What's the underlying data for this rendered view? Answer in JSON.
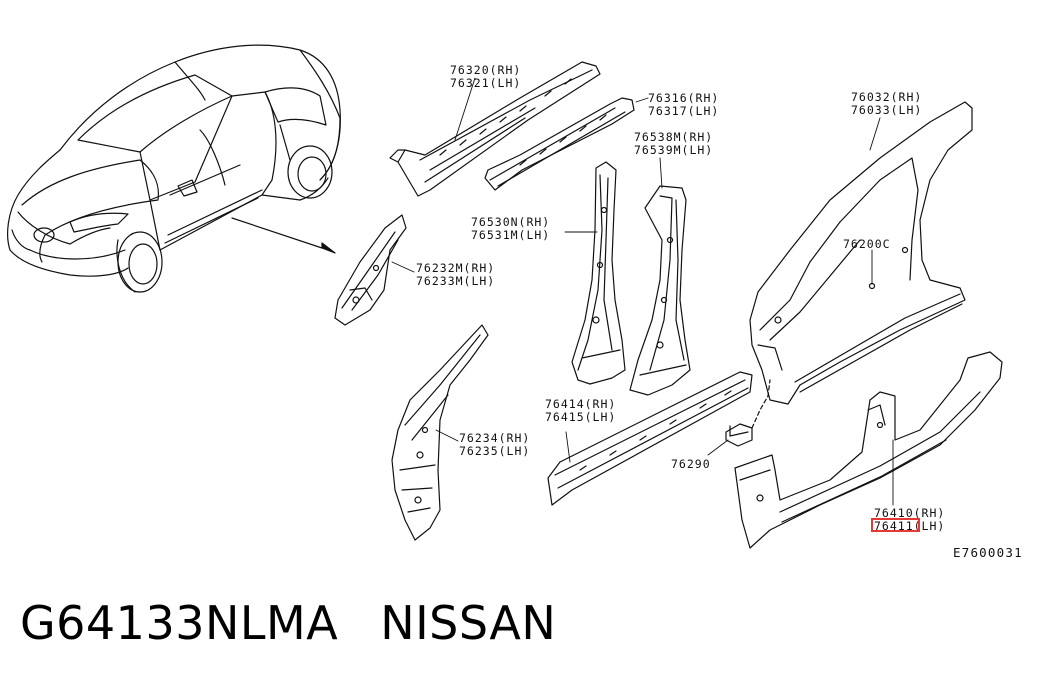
{
  "diagram": {
    "labels": {
      "roof_rail_inner": [
        "76320(RH)",
        "76321(LH)"
      ],
      "roof_rail_outer": [
        "76316(RH)",
        "76317(LH)"
      ],
      "center_pillar_inner": [
        "76538M(RH)",
        "76539M(LH)"
      ],
      "center_pillar_outer": [
        "76530N(RH)",
        "76531M(LH)"
      ],
      "front_pillar_upper": [
        "76232M(RH)",
        "76233M(LH)"
      ],
      "front_pillar_lower": [
        "76234(RH)",
        "76235(LH)"
      ],
      "sill_inner": [
        "76414(RH)",
        "76415(LH)"
      ],
      "bracket": [
        "76290"
      ],
      "body_side_outer": [
        "76032(RH)",
        "76033(LH)"
      ],
      "body_side_panel": [
        "76200C"
      ],
      "sill_outer": [
        "76410(RH)",
        "76411(LH)"
      ]
    },
    "reference_code": "E7600031"
  },
  "caption": {
    "part_number": "G64133NLMA",
    "brand": "NISSAN"
  },
  "colors": {
    "highlight": "#e53935",
    "line": "#111111"
  }
}
